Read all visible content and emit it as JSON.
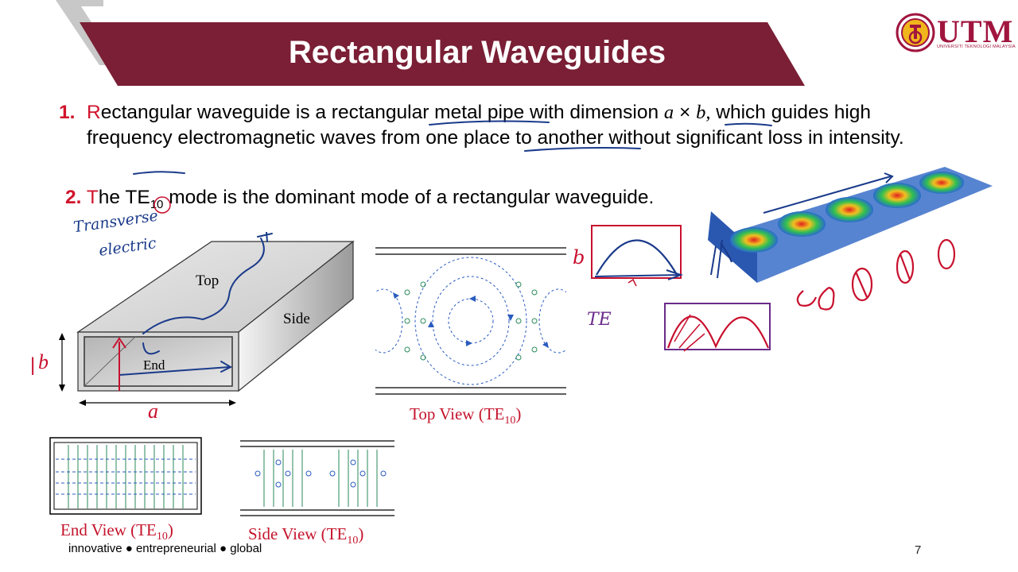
{
  "slide": {
    "title": "Rectangular Waveguides",
    "logo": {
      "text": "UTM",
      "subtitle": "UNIVERSITI TEKNOLOGI MALAYSIA"
    },
    "bullets": [
      {
        "number": "1.",
        "first_letter": "R",
        "text_part1": "ectangular waveguide is a rectangular metal pipe with dimension ",
        "dim_a": "a",
        "times": " × ",
        "dim_b": "b,",
        "text_part2": " which guides high frequency electromagnetic waves from one place to another without significant loss in intensity."
      },
      {
        "number": "2.",
        "first_letter": "T",
        "text_part1": "he TE",
        "subscript": "10",
        "text_part2": " mode is the dominant mode of a rectangular waveguide."
      }
    ],
    "diagram": {
      "top_label": "Top",
      "side_label": "Side",
      "end_label": "End",
      "dim_a": "a",
      "dim_b": "b"
    },
    "captions": {
      "top_view": {
        "text": "Top View (TE",
        "sub": "10",
        "close": ")"
      },
      "end_view": {
        "text": "End View (TE",
        "sub": "10",
        "close": ")"
      },
      "side_view": {
        "text": "Side View (TE",
        "sub": "10",
        "close": ")"
      }
    },
    "handwriting": {
      "note1": "Transverse",
      "note2": "electric",
      "b_label": "b",
      "te_label": "TE",
      "b_dim": "b",
      "a_dim": "a"
    },
    "footer": {
      "tagline": "innovative ● entrepreneurial ● global",
      "page": "7"
    },
    "colors": {
      "banner": "#7a1f35",
      "accent": "#d0142c",
      "ink_blue": "#1a3a8a",
      "ink_red": "#c8102e",
      "ink_purple": "#6a2a8a"
    }
  }
}
